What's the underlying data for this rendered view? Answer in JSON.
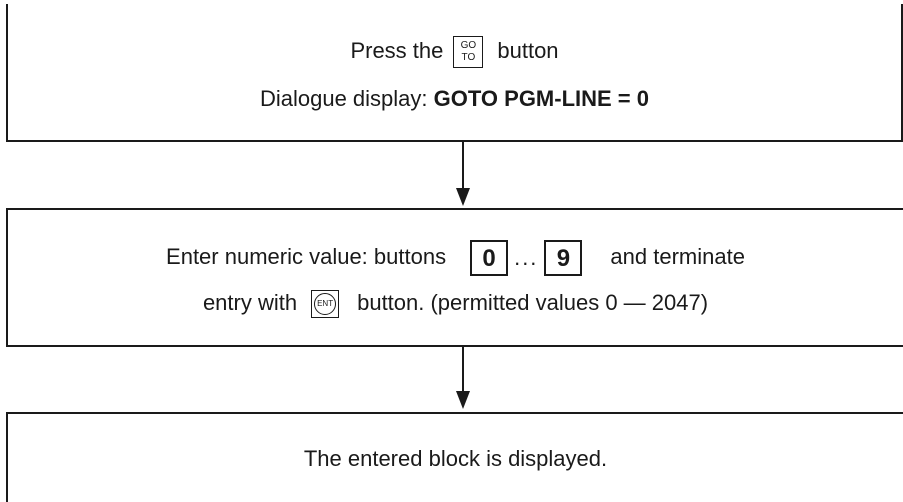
{
  "step1": {
    "line1_prefix": "Press the",
    "key_goto_top": "GO",
    "key_goto_bottom": "TO",
    "line1_suffix": "button",
    "line2_prefix": "Dialogue display:",
    "line2_bold": "GOTO PGM-LINE = 0"
  },
  "step2": {
    "line1_prefix": "Enter numeric value: buttons",
    "key_start": "0",
    "dots": "...",
    "key_end": "9",
    "line1_suffix": "and terminate",
    "line2_prefix": "entry with",
    "key_ent": "ENT",
    "line2_suffix": "button. (permitted values 0 — 2047)"
  },
  "step3": {
    "text": "The entered block is displayed."
  }
}
